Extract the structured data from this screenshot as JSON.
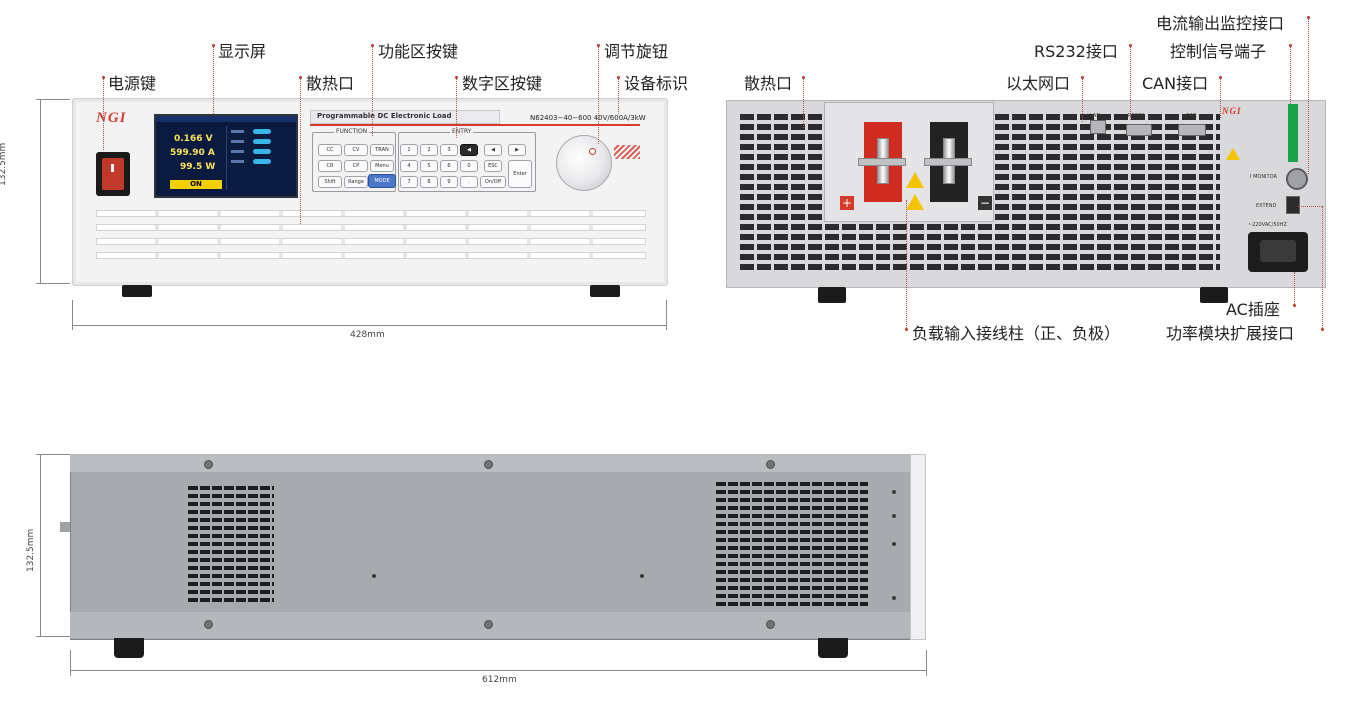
{
  "callouts": {
    "power_key": "电源键",
    "display": "显示屏",
    "vent_front": "散热口",
    "function_keys": "功能区按键",
    "number_keys": "数字区按键",
    "knob": "调节旋钮",
    "device_label": "设备标识",
    "vent_rear": "散热口",
    "ethernet": "以太网口",
    "rs232": "RS232接口",
    "can": "CAN接口",
    "current_monitor": "电流输出监控接口",
    "control_terminal": "控制信号端子",
    "load_terminal": "负载输入接线柱（正、负极）",
    "ac_socket": "AC插座",
    "power_module_ext": "功率模块扩展接口"
  },
  "dimensions": {
    "front_height": "132.5mm",
    "front_width": "428mm",
    "side_height": "132.5mm",
    "side_length": "612mm"
  },
  "device": {
    "brand": "NGI",
    "panel_title": "Programmable DC Electronic Load",
    "model": "N62403−40−600 40V/600A/3kW",
    "function_label": "FUNCTION",
    "entry_label": "ENTRY",
    "screen": {
      "voltage": "0.166 V",
      "current": "599.90 A",
      "power": "99.5 W",
      "state": "ON"
    },
    "rear": {
      "lan": "LAN",
      "rs232": "RS232",
      "can": "CAN",
      "monitor": "I MONITOR",
      "extend": "EXTEND",
      "ac_rating": "~220VAC/50HZ"
    }
  },
  "keys": {
    "function": [
      "CC",
      "CV",
      "TRAN",
      "CR",
      "CP",
      "Menu",
      "Shift",
      "Range",
      "MODE"
    ],
    "entry": [
      "1",
      "2",
      "3",
      "◀",
      "◀",
      "▶",
      "4",
      "5",
      "6",
      "0",
      "ESC",
      "7",
      "8",
      "9",
      ".",
      "On/Off",
      "Enter"
    ]
  }
}
